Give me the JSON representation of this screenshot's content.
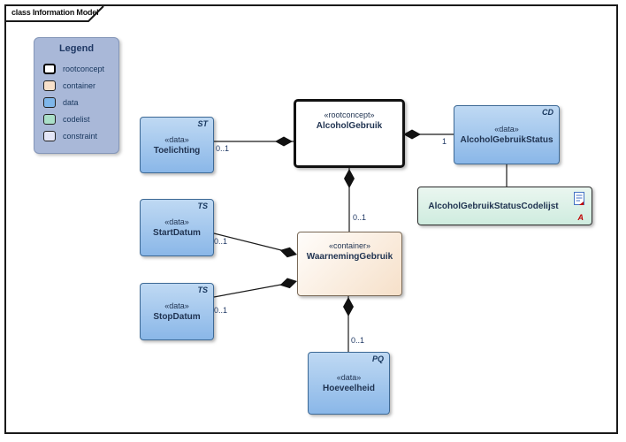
{
  "frame": {
    "tab_label": "class Information Model"
  },
  "legend": {
    "title": "Legend",
    "items": [
      {
        "label": "rootconcept",
        "color": "#ffffff"
      },
      {
        "label": "container",
        "color": "#f8e1cb"
      },
      {
        "label": "data",
        "color": "#7eb6ea"
      },
      {
        "label": "codelist",
        "color": "#aadfc8"
      },
      {
        "label": "constraint",
        "color": "#e4e6f7"
      }
    ]
  },
  "classes": {
    "alcoholgebruik": {
      "stereotype": "«rootconcept»",
      "name": "AlcoholGebruik"
    },
    "toelichting": {
      "stereotype": "«data»",
      "name": "Toelichting",
      "tag": "ST"
    },
    "startdatum": {
      "stereotype": "«data»",
      "name": "StartDatum",
      "tag": "TS"
    },
    "stopdatum": {
      "stereotype": "«data»",
      "name": "StopDatum",
      "tag": "TS"
    },
    "waarneminggebruik": {
      "stereotype": "«container»",
      "name": "WaarnemingGebruik"
    },
    "hoeveelheid": {
      "stereotype": "«data»",
      "name": "Hoeveelheid",
      "tag": "PQ"
    },
    "status": {
      "stereotype": "«data»",
      "name": "AlcoholGebruikStatus",
      "tag": "CD"
    },
    "codelijst": {
      "name": "AlcoholGebruikStatusCodelijst",
      "annotation": "A"
    }
  },
  "multiplicities": {
    "toelichting_to_root": "0..1",
    "root_to_status": "1",
    "root_to_container": "0..1",
    "startdatum_to_container": "0..1",
    "stopdatum_to_container": "0..1",
    "container_to_hoeveelheid": "0..1"
  },
  "colors": {
    "legend_background": "#a9b8d8",
    "data_fill": "#8ab7e8",
    "container_fill": "#f6e0c9",
    "codelist_fill": "#cfecdf",
    "line": "#1a1a1a",
    "annotation_red": "#c00000",
    "text": "#1f3250"
  }
}
